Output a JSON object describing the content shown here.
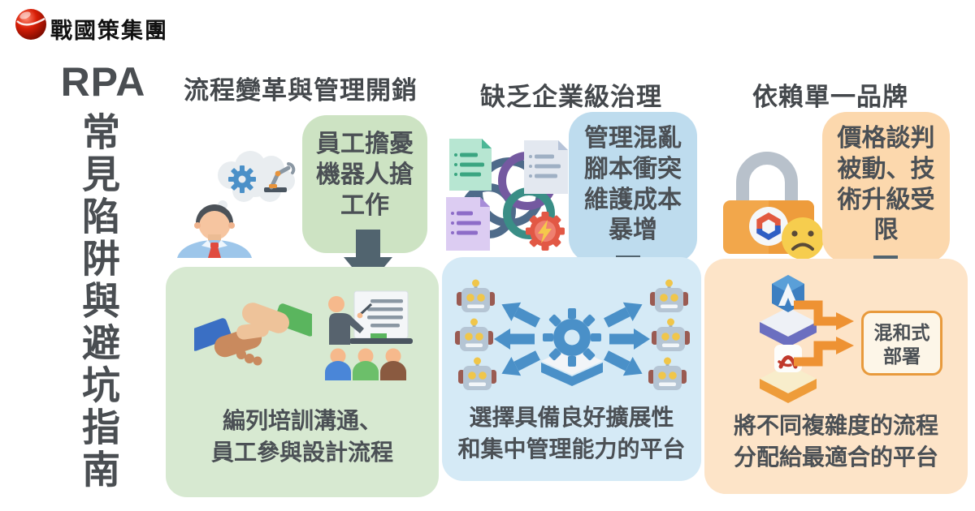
{
  "brand": {
    "name": "戰國策集團",
    "logo_color": "#c41200"
  },
  "title": {
    "acronym": "RPA",
    "vertical_text": "常見陷阱與避坑指南"
  },
  "columns": [
    {
      "id": "process-change",
      "heading": "流程變革與管理開銷",
      "pitfall_lines": [
        "員工擔憂",
        "機器人搶",
        "工作"
      ],
      "solution_lines": [
        "編列培訓溝通、",
        "員工參與設計流程"
      ],
      "theme": {
        "callout_bg": "#cde3c3",
        "panel_bg": "#d7e9d1"
      },
      "icons": [
        "worker-thinking-of-robot",
        "handshake",
        "training-presentation"
      ]
    },
    {
      "id": "governance",
      "heading": "缺乏企業級治理",
      "pitfall_lines": [
        "管理混亂",
        "腳本衝突",
        "維護成本",
        "暴增"
      ],
      "solution_lines": [
        "選擇具備良好擴展性",
        "和集中管理能力的平台"
      ],
      "theme": {
        "callout_bg": "#bedcee",
        "panel_bg": "#d5eaf6"
      },
      "icons": [
        "tangled-scripts-conflict",
        "central-platform-distributing-to-robots"
      ]
    },
    {
      "id": "vendor-lock-in",
      "heading": "依賴單一品牌",
      "pitfall_lines": [
        "價格談判",
        "被動、技",
        "術升級受",
        "限"
      ],
      "solution_lines": [
        "將不同複雜度的流程",
        "分配給最適合的平台"
      ],
      "hybrid_label_lines": [
        "混和式",
        "部署"
      ],
      "theme": {
        "callout_bg": "#fcd8ad",
        "panel_bg": "#fde4c8"
      },
      "icons": [
        "vendor-lock-sad-face",
        "platform-blue",
        "platform-orange",
        "hybrid-deployment"
      ]
    }
  ],
  "colors": {
    "dark_text": "#4a4e52",
    "arrow_slate": "#51646f",
    "arrow_blue": "#4a90c8",
    "arrow_orange": "#ee9233"
  }
}
